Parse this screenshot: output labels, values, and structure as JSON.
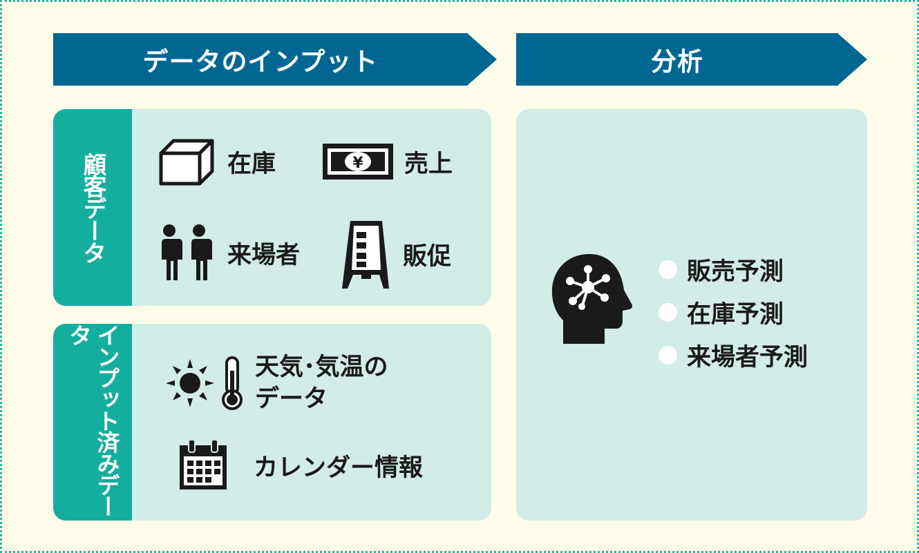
{
  "headers": {
    "input": "データのインプット",
    "analysis": "分析"
  },
  "customer_data": {
    "tab": "顧客データ",
    "items": {
      "inventory": "在庫",
      "sales": "売上",
      "visitors": "来場者",
      "promotion": "販促"
    }
  },
  "existing_data": {
    "tab": "インプット済みデータ",
    "items": {
      "weather_line1": "天気･気温の",
      "weather_line2": "データ",
      "calendar": "カレンダー情報"
    }
  },
  "analysis": {
    "results": [
      "販売予測",
      "在庫予測",
      "来場者予測"
    ]
  },
  "icons": {
    "yen_symbol": "¥"
  },
  "colors": {
    "header_blue": "#006793",
    "tab_teal": "#14ae9e",
    "panel_bg": "#d2ece7",
    "page_bg": "#fefde9"
  }
}
